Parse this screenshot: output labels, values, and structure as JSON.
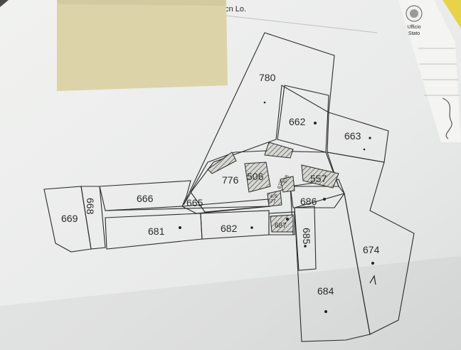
{
  "header_handwriting": "ecn   Lo.",
  "stamp_text": [
    "Ufficio",
    "Stato"
  ],
  "parcels": [
    {
      "id": "p780",
      "label": "780"
    },
    {
      "id": "p662",
      "label": "662"
    },
    {
      "id": "p663",
      "label": "663"
    },
    {
      "id": "p776",
      "label": "776"
    },
    {
      "id": "p506",
      "label": "506"
    },
    {
      "id": "p557",
      "label": "557"
    },
    {
      "id": "p666",
      "label": "666"
    },
    {
      "id": "p665",
      "label": "665"
    },
    {
      "id": "p669",
      "label": "669"
    },
    {
      "id": "p668",
      "label": "668"
    },
    {
      "id": "p681",
      "label": "681"
    },
    {
      "id": "p682",
      "label": "682"
    },
    {
      "id": "p687",
      "label": "687"
    },
    {
      "id": "p686",
      "label": "686"
    },
    {
      "id": "p685",
      "label": "685"
    },
    {
      "id": "p674",
      "label": "674"
    },
    {
      "id": "p684",
      "label": "684"
    },
    {
      "id": "p677",
      "label": "677"
    },
    {
      "id": "p673",
      "label": "673"
    },
    {
      "id": "p675",
      "label": "675"
    },
    {
      "id": "p678",
      "label": "678"
    }
  ]
}
